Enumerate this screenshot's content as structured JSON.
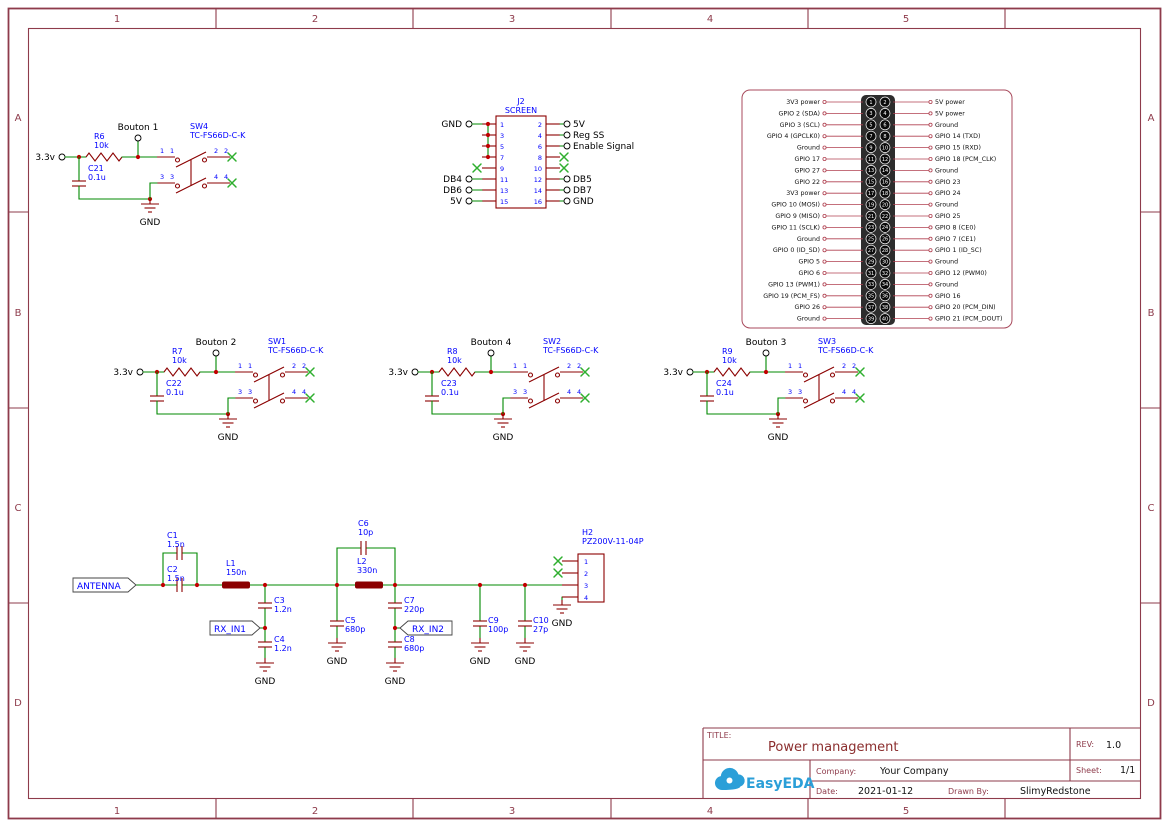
{
  "colors": {
    "frame": "#8e3b4b",
    "wire": "#008800",
    "sym": "#8b0000",
    "junc": "#c00000",
    "blue": "#0000ff",
    "nc": "#2faf2f",
    "gpioline": "#b04050",
    "gpiobox": "#a84a5c",
    "title": "#8b2e2e",
    "logo": "#2b9fd8"
  },
  "frame": {
    "columns": [
      "1",
      "2",
      "3",
      "4",
      "5"
    ],
    "rows": [
      "A",
      "B",
      "C",
      "D"
    ]
  },
  "labels": {
    "gnd": "GND",
    "supply": "3.3v",
    "switch_pins": [
      "1",
      "2",
      "3",
      "4"
    ]
  },
  "buttons": [
    {
      "name": "Bouton 1",
      "resistor_ref": "R6",
      "resistor_value": "10k",
      "cap_ref": "C21",
      "cap_value": "0.1u",
      "switch_ref": "SW4",
      "switch_value": "TC-FS66D-C-K"
    },
    {
      "name": "Bouton 2",
      "resistor_ref": "R7",
      "resistor_value": "10k",
      "cap_ref": "C22",
      "cap_value": "0.1u",
      "switch_ref": "SW1",
      "switch_value": "TC-FS66D-C-K"
    },
    {
      "name": "Bouton 4",
      "resistor_ref": "R8",
      "resistor_value": "10k",
      "cap_ref": "C23",
      "cap_value": "0.1u",
      "switch_ref": "SW2",
      "switch_value": "TC-FS66D-C-K"
    },
    {
      "name": "Bouton 3",
      "resistor_ref": "R9",
      "resistor_value": "10k",
      "cap_ref": "C24",
      "cap_value": "0.1u",
      "switch_ref": "SW3",
      "switch_value": "TC-FS66D-C-K"
    }
  ],
  "j2": {
    "ref": "J2",
    "name": "SCREEN",
    "rows": [
      {
        "lp": "1",
        "rp": "2",
        "left": {
          "t": "port",
          "label": "GND"
        },
        "right": {
          "t": "port",
          "label": "5V"
        }
      },
      {
        "lp": "3",
        "rp": "4",
        "left": {
          "t": "tie"
        },
        "right": {
          "t": "port",
          "label": "Reg SS"
        }
      },
      {
        "lp": "5",
        "rp": "6",
        "left": {
          "t": "tie"
        },
        "right": {
          "t": "port",
          "label": "Enable Signal"
        }
      },
      {
        "lp": "7",
        "rp": "8",
        "left": {
          "t": "tie"
        },
        "right": {
          "t": "nc"
        }
      },
      {
        "lp": "9",
        "rp": "10",
        "left": {
          "t": "nc"
        },
        "right": {
          "t": "nc"
        }
      },
      {
        "lp": "11",
        "rp": "12",
        "left": {
          "t": "port",
          "label": "DB4"
        },
        "right": {
          "t": "port",
          "label": "DB5"
        }
      },
      {
        "lp": "13",
        "rp": "14",
        "left": {
          "t": "port",
          "label": "DB6"
        },
        "right": {
          "t": "port",
          "label": "DB7"
        }
      },
      {
        "lp": "15",
        "rp": "16",
        "left": {
          "t": "port",
          "label": "5V"
        },
        "right": {
          "t": "port",
          "label": "GND"
        }
      }
    ]
  },
  "gpio": {
    "left": [
      "3V3 power",
      "GPIO 2 (SDA)",
      "GPIO 3 (SCL)",
      "GPIO 4 (GPCLK0)",
      "Ground",
      "GPIO 17",
      "GPIO 27",
      "GPIO 22",
      "3V3 power",
      "GPIO 10 (MOSI)",
      "GPIO 9 (MISO)",
      "GPIO 11 (SCLK)",
      "Ground",
      "GPIO 0 (ID_SD)",
      "GPIO 5",
      "GPIO 6",
      "GPIO 13 (PWM1)",
      "GPIO 19 (PCM_FS)",
      "GPIO 26",
      "Ground"
    ],
    "right": [
      "5V power",
      "5V power",
      "Ground",
      "GPIO 14 (TXD)",
      "GPIO 15 (RXD)",
      "GPIO 18 (PCM_CLK)",
      "Ground",
      "GPIO 23",
      "GPIO 24",
      "Ground",
      "GPIO 25",
      "GPIO 8 (CE0)",
      "GPIO 7 (CE1)",
      "GPIO 1 (ID_SC)",
      "Ground",
      "GPIO 12 (PWM0)",
      "Ground",
      "GPIO 16",
      "GPIO 20 (PCM_DIN)",
      "GPIO 21 (PCM_DOUT)"
    ],
    "left_pins": [
      "1",
      "3",
      "5",
      "7",
      "9",
      "11",
      "13",
      "15",
      "17",
      "19",
      "21",
      "23",
      "25",
      "27",
      "29",
      "31",
      "33",
      "35",
      "37",
      "39"
    ],
    "right_pins": [
      "2",
      "4",
      "6",
      "8",
      "10",
      "12",
      "14",
      "16",
      "18",
      "20",
      "22",
      "24",
      "26",
      "28",
      "30",
      "32",
      "34",
      "36",
      "38",
      "40"
    ]
  },
  "rf": {
    "antenna": "ANTENNA",
    "rx_in1": "RX_IN1",
    "rx_in2": "RX_IN2",
    "c1_ref": "C1",
    "c1_value": "1.5n",
    "c2_ref": "C2",
    "c2_value": "1.5n",
    "l1_ref": "L1",
    "l1_value": "150n",
    "c3_ref": "C3",
    "c3_value": "1.2n",
    "c4_ref": "C4",
    "c4_value": "1.2n",
    "c5_ref": "C5",
    "c5_value": "680p",
    "c6_ref": "C6",
    "c6_value": "10p",
    "l2_ref": "L2",
    "l2_value": "330n",
    "c7_ref": "C7",
    "c7_value": "220p",
    "c8_ref": "C8",
    "c8_value": "680p",
    "c9_ref": "C9",
    "c9_value": "100p",
    "c10_ref": "C10",
    "c10_value": "27p",
    "h2_ref": "H2",
    "h2_value": "PZ200V-11-04P",
    "h2_pins": [
      "1",
      "2",
      "3",
      "4"
    ]
  },
  "title_block": {
    "title_label": "TITLE:",
    "title": "Power management",
    "rev_label": "REV:",
    "rev": "1.0",
    "company_label": "Company:",
    "company": "Your Company",
    "sheet_label": "Sheet:",
    "sheet": "1/1",
    "date_label": "Date:",
    "date": "2021-01-12",
    "drawn_label": "Drawn By:",
    "drawn_by": "SlimyRedstone",
    "logo": "EasyEDA"
  }
}
